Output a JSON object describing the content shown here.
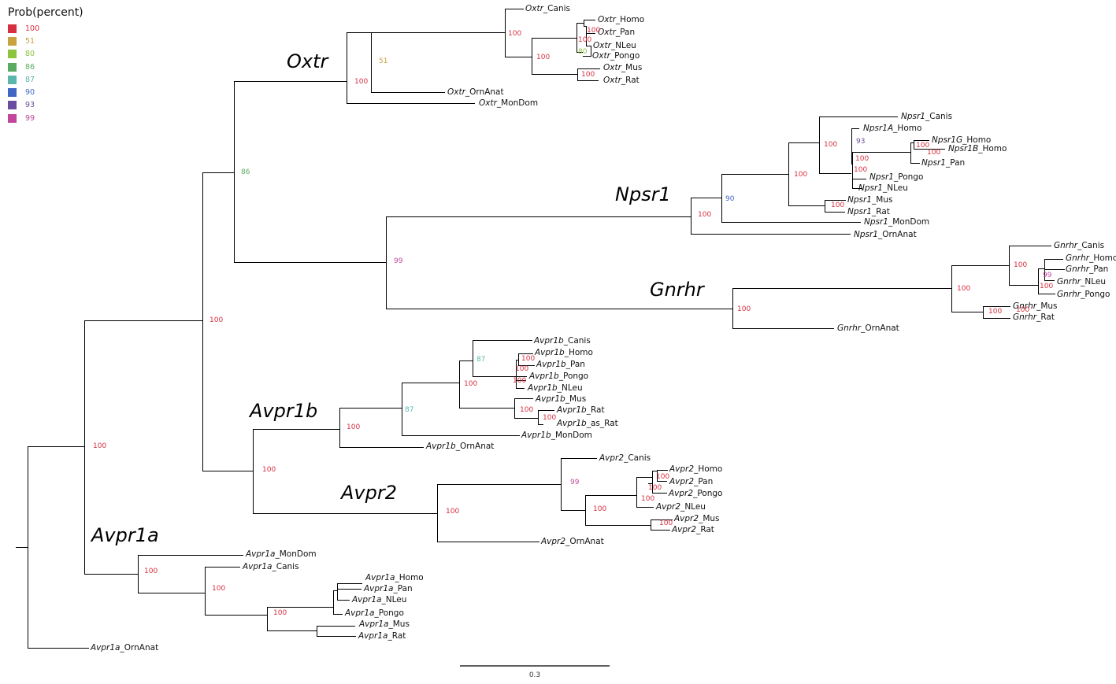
{
  "legend": {
    "title": "Prob(percent)",
    "items": [
      {
        "label": "100",
        "color": "#d62f3f"
      },
      {
        "label": "51",
        "color": "#c9a240"
      },
      {
        "label": "80",
        "color": "#8cc43f"
      },
      {
        "label": "86",
        "color": "#5aab5f"
      },
      {
        "label": "87",
        "color": "#5bb7ae"
      },
      {
        "label": "90",
        "color": "#3f66c4"
      },
      {
        "label": "93",
        "color": "#6a4ca0"
      },
      {
        "label": "99",
        "color": "#c2479c"
      }
    ]
  },
  "clades": [
    "Oxtr",
    "Npsr1",
    "Gnrhr",
    "Avpr1b",
    "Avpr2",
    "Avpr1a"
  ],
  "leaves": [
    {
      "gene": "Oxtr",
      "species": "_Canis"
    },
    {
      "gene": "Oxtr",
      "species": "_Homo"
    },
    {
      "gene": "Oxtr",
      "species": "_Pan"
    },
    {
      "gene": "Oxtr",
      "species": "_NLeu"
    },
    {
      "gene": "Oxtr",
      "species": "_Pongo"
    },
    {
      "gene": "Oxtr",
      "species": "_Mus"
    },
    {
      "gene": "Oxtr",
      "species": "_Rat"
    },
    {
      "gene": "Oxtr",
      "species": "_OrnAnat"
    },
    {
      "gene": "Oxtr",
      "species": "_MonDom"
    },
    {
      "gene": "Npsr1",
      "species": "_Canis"
    },
    {
      "gene": "Npsr1A",
      "species": "_Homo"
    },
    {
      "gene": "Npsr1G",
      "species": "_Homo"
    },
    {
      "gene": "Npsr1B",
      "species": "_Homo"
    },
    {
      "gene": "Npsr1",
      "species": "_Pan"
    },
    {
      "gene": "Npsr1",
      "species": "_Pongo"
    },
    {
      "gene": "Npsr1",
      "species": "_NLeu"
    },
    {
      "gene": "Npsr1",
      "species": "_Mus"
    },
    {
      "gene": "Npsr1",
      "species": "_Rat"
    },
    {
      "gene": "Npsr1",
      "species": "_MonDom"
    },
    {
      "gene": "Npsr1",
      "species": "_OrnAnat"
    },
    {
      "gene": "Gnrhr",
      "species": "_Canis"
    },
    {
      "gene": "Gnrhr",
      "species": "_Homo"
    },
    {
      "gene": "Gnrhr",
      "species": "_Pan"
    },
    {
      "gene": "Gnrhr",
      "species": "_NLeu"
    },
    {
      "gene": "Gnrhr",
      "species": "_Pongo"
    },
    {
      "gene": "Gnrhr",
      "species": "_Mus"
    },
    {
      "gene": "Gnrhr",
      "species": "_Rat"
    },
    {
      "gene": "Gnrhr",
      "species": "_OrnAnat"
    },
    {
      "gene": "Avpr1b",
      "species": "_Canis"
    },
    {
      "gene": "Avpr1b",
      "species": "_Homo"
    },
    {
      "gene": "Avpr1b",
      "species": "_Pan"
    },
    {
      "gene": "Avpr1b",
      "species": "_Pongo"
    },
    {
      "gene": "Avpr1b",
      "species": "_NLeu"
    },
    {
      "gene": "Avpr1b",
      "species": "_Mus"
    },
    {
      "gene": "Avpr1b",
      "species": "_Rat"
    },
    {
      "gene": "Avpr1b",
      "species": "_as_Rat"
    },
    {
      "gene": "Avpr1b",
      "species": "_MonDom"
    },
    {
      "gene": "Avpr1b",
      "species": "_OrnAnat"
    },
    {
      "gene": "Avpr2",
      "species": "_Canis"
    },
    {
      "gene": "Avpr2",
      "species": "_Homo"
    },
    {
      "gene": "Avpr2",
      "species": "_Pan"
    },
    {
      "gene": "Avpr2",
      "species": "_Pongo"
    },
    {
      "gene": "Avpr2",
      "species": "_NLeu"
    },
    {
      "gene": "Avpr2",
      "species": "_Mus"
    },
    {
      "gene": "Avpr2",
      "species": "_Rat"
    },
    {
      "gene": "Avpr2",
      "species": "_OrnAnat"
    },
    {
      "gene": "Avpr1a",
      "species": "_MonDom"
    },
    {
      "gene": "Avpr1a",
      "species": "_Canis"
    },
    {
      "gene": "Avpr1a",
      "species": "_Homo"
    },
    {
      "gene": "Avpr1a",
      "species": "_Pan"
    },
    {
      "gene": "Avpr1a",
      "species": "_NLeu"
    },
    {
      "gene": "Avpr1a",
      "species": "_Pongo"
    },
    {
      "gene": "Avpr1a",
      "species": "_Mus"
    },
    {
      "gene": "Avpr1a",
      "species": "_Rat"
    },
    {
      "gene": "Avpr1a",
      "species": "_OrnAnat"
    }
  ],
  "supports": [
    {
      "value": "100",
      "color": "#d62f3f"
    },
    {
      "value": "100",
      "color": "#d62f3f"
    },
    {
      "value": "80",
      "color": "#8cc43f"
    },
    {
      "value": "100",
      "color": "#d62f3f"
    },
    {
      "value": "100",
      "color": "#d62f3f"
    },
    {
      "value": "100",
      "color": "#d62f3f"
    },
    {
      "value": "51",
      "color": "#c9a240"
    },
    {
      "value": "100",
      "color": "#d62f3f"
    },
    {
      "value": "86",
      "color": "#5aab5f"
    },
    {
      "value": "93",
      "color": "#6a4ca0"
    },
    {
      "value": "100",
      "color": "#d62f3f"
    },
    {
      "value": "100",
      "color": "#d62f3f"
    },
    {
      "value": "100",
      "color": "#d62f3f"
    },
    {
      "value": "100",
      "color": "#d62f3f"
    },
    {
      "value": "100",
      "color": "#d62f3f"
    },
    {
      "value": "100",
      "color": "#d62f3f"
    },
    {
      "value": "90",
      "color": "#3f66c4"
    },
    {
      "value": "100",
      "color": "#d62f3f"
    },
    {
      "value": "100",
      "color": "#d62f3f"
    },
    {
      "value": "100",
      "color": "#d62f3f"
    },
    {
      "value": "99",
      "color": "#c2479c"
    },
    {
      "value": "100",
      "color": "#d62f3f"
    },
    {
      "value": "100",
      "color": "#d62f3f"
    },
    {
      "value": "100",
      "color": "#d62f3f"
    },
    {
      "value": "100",
      "color": "#d62f3f"
    },
    {
      "value": "100",
      "color": "#d62f3f"
    },
    {
      "value": "99",
      "color": "#c2479c"
    },
    {
      "value": "100",
      "color": "#d62f3f"
    },
    {
      "value": "87",
      "color": "#5bb7ae"
    },
    {
      "value": "100",
      "color": "#d62f3f"
    },
    {
      "value": "100",
      "color": "#d62f3f"
    },
    {
      "value": "100",
      "color": "#d62f3f"
    },
    {
      "value": "100",
      "color": "#d62f3f"
    },
    {
      "value": "100",
      "color": "#d62f3f"
    },
    {
      "value": "100",
      "color": "#d62f3f"
    },
    {
      "value": "87",
      "color": "#5bb7ae"
    },
    {
      "value": "100",
      "color": "#d62f3f"
    },
    {
      "value": "100",
      "color": "#d62f3f"
    },
    {
      "value": "100",
      "color": "#d62f3f"
    },
    {
      "value": "99",
      "color": "#c2479c"
    },
    {
      "value": "100",
      "color": "#d62f3f"
    },
    {
      "value": "100",
      "color": "#d62f3f"
    },
    {
      "value": "100",
      "color": "#d62f3f"
    },
    {
      "value": "100",
      "color": "#d62f3f"
    },
    {
      "value": "100",
      "color": "#d62f3f"
    },
    {
      "value": "100",
      "color": "#d62f3f"
    },
    {
      "value": "100",
      "color": "#d62f3f"
    },
    {
      "value": "100",
      "color": "#d62f3f"
    },
    {
      "value": "100",
      "color": "#d62f3f"
    }
  ],
  "scale": {
    "label": "0.3"
  }
}
